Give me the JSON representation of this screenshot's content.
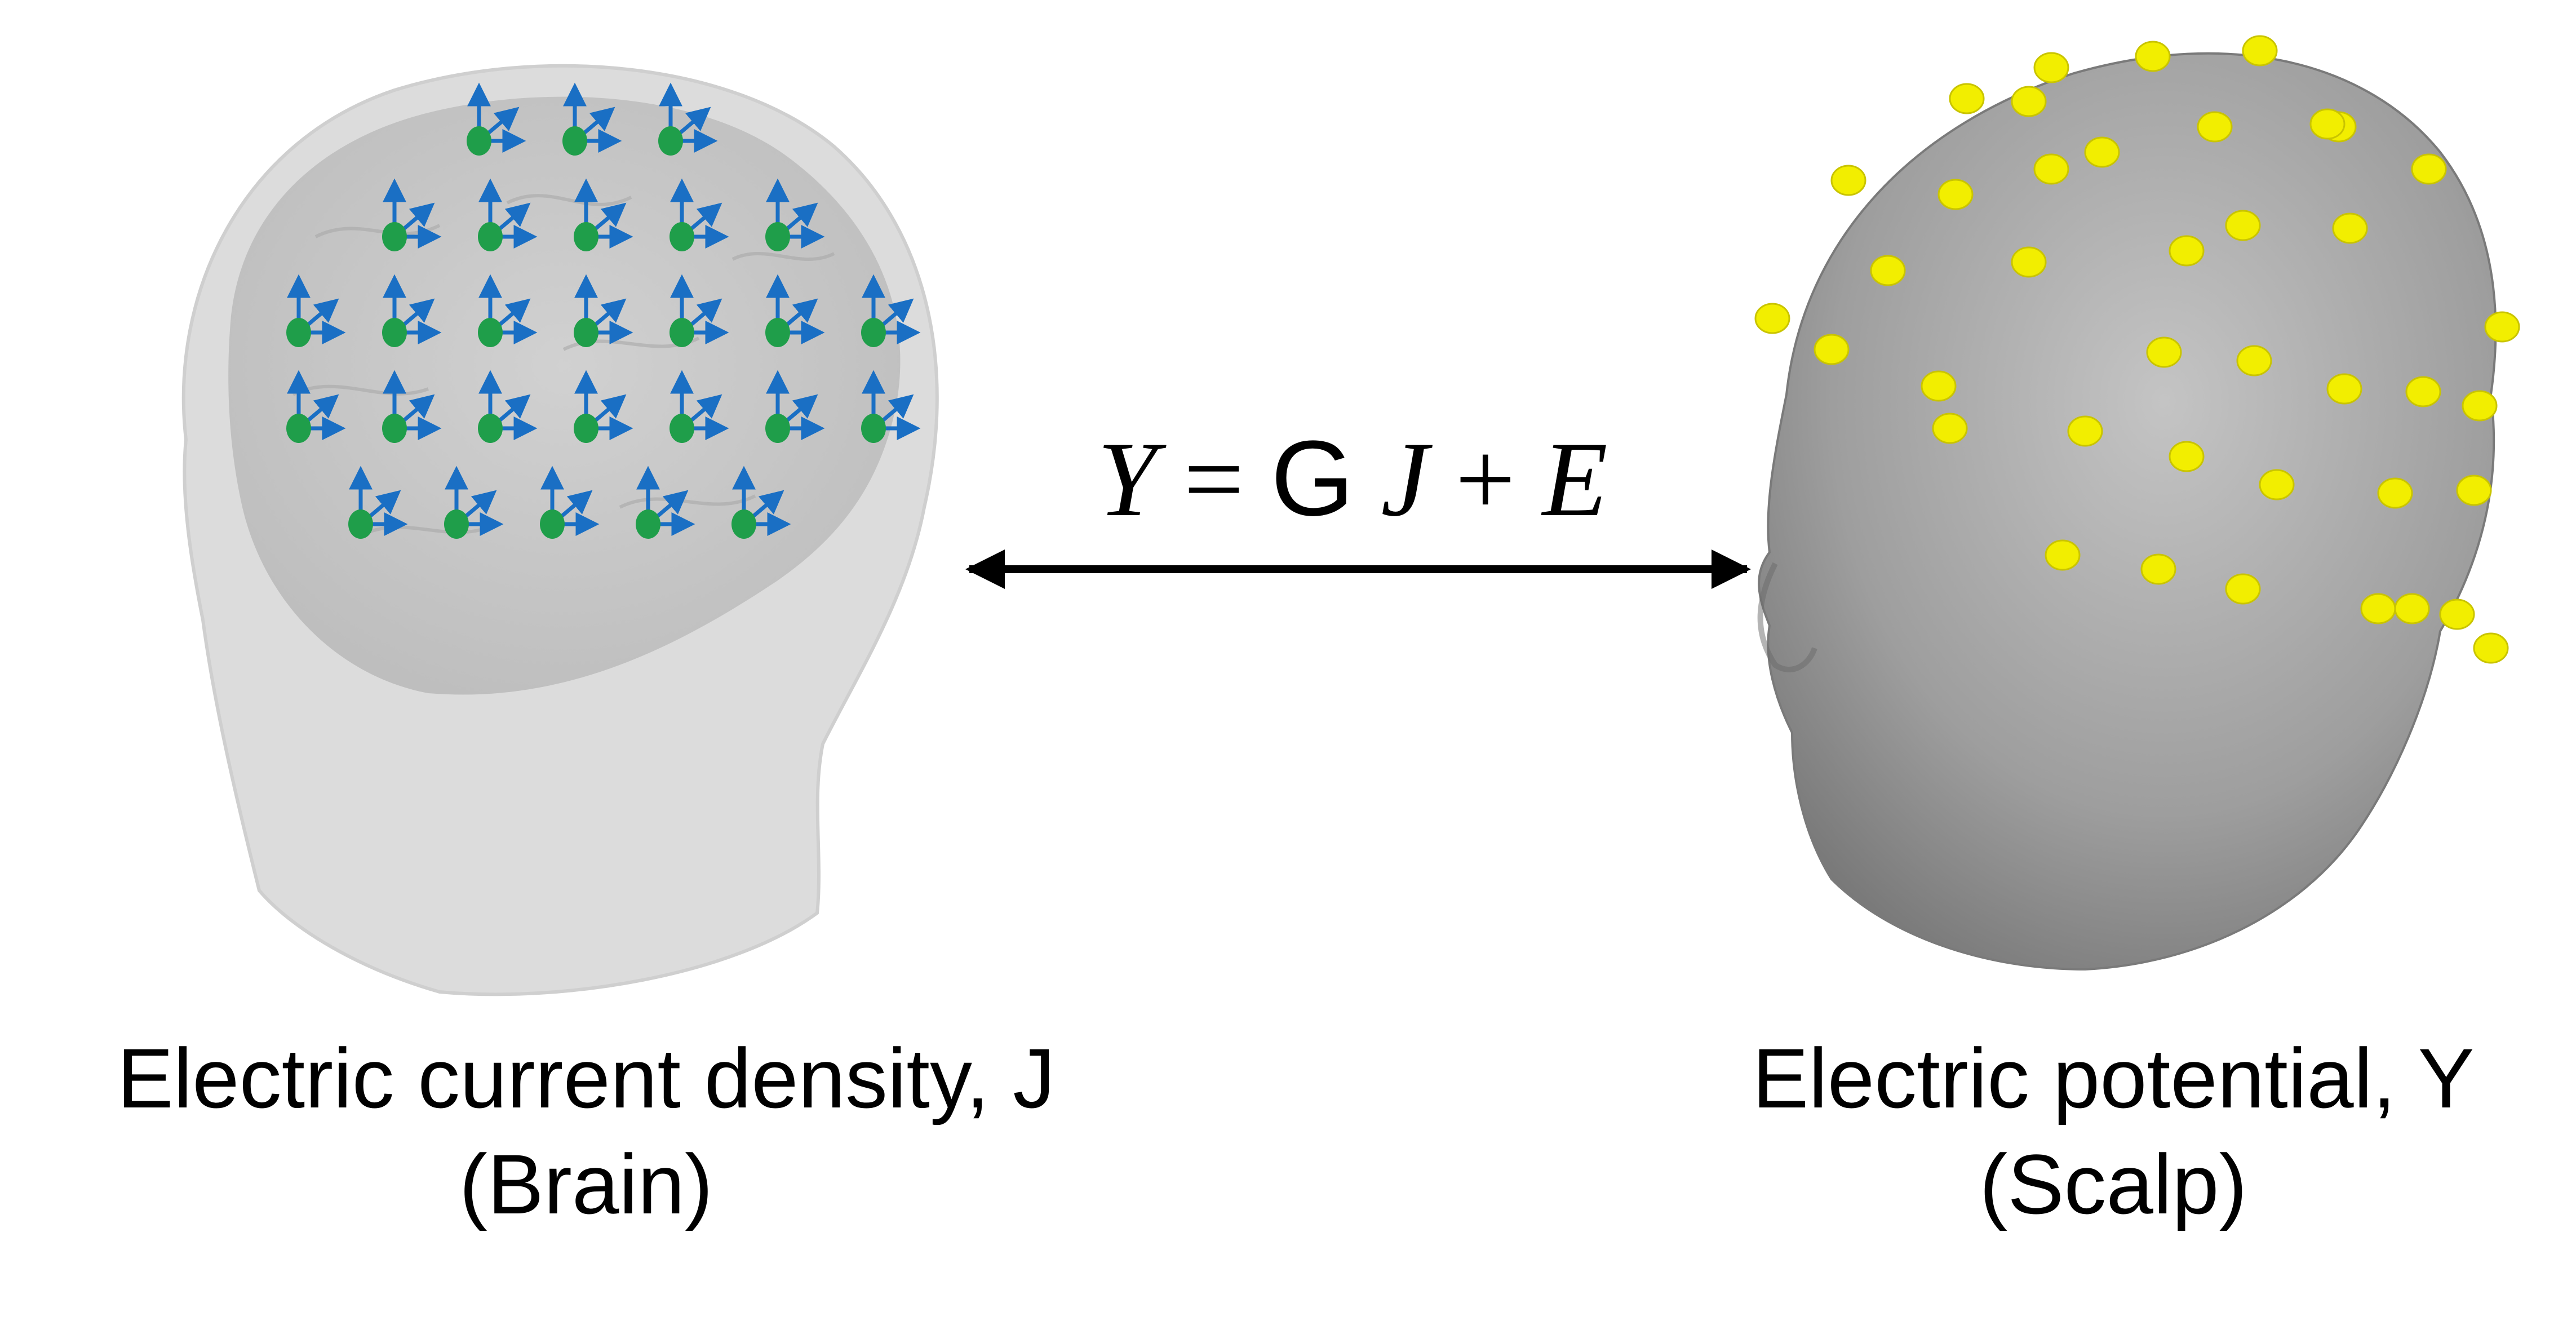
{
  "equation": {
    "lhs": "Y",
    "equals": "=",
    "operator": "G",
    "var": "J",
    "plus": "+",
    "err": "E"
  },
  "left_caption": {
    "line1": "Electric current density, J",
    "line2": "(Brain)"
  },
  "right_caption": {
    "line1": "Electric potential, Y",
    "line2": "(Scalp)"
  },
  "colors": {
    "source_dot": "#1f9e4a",
    "dipole_arrow": "#1a6fc4",
    "electrode": "#f2ee00",
    "scalp": "#9a9a9a",
    "head_transparent": "#d9d9d9",
    "brain": "#bdbdbd",
    "arrow": "#000000"
  },
  "sources": {
    "rows": [
      3,
      5,
      7,
      7,
      5
    ],
    "count": 27
  },
  "electrodes": {
    "count": 40
  }
}
